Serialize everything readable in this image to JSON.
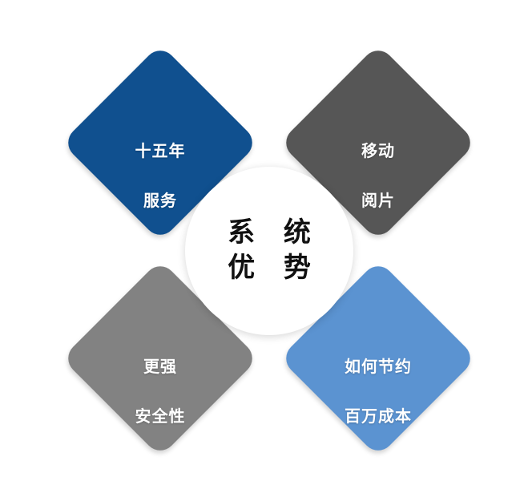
{
  "diagram": {
    "title": "系统优势",
    "center": {
      "line1": "系 统",
      "line2": "优 势",
      "text_color": "#111111",
      "background": "#ffffff"
    },
    "quadrants": [
      {
        "position": "top-left",
        "line1": "十五年",
        "line2": "服务",
        "color": "#10508F",
        "text_color": "#ffffff"
      },
      {
        "position": "top-right",
        "line1": "移动",
        "line2": "阅片",
        "color": "#565656",
        "text_color": "#ffffff"
      },
      {
        "position": "bottom-left",
        "line1": "更强",
        "line2": "安全性",
        "color": "#828282",
        "text_color": "#ffffff"
      },
      {
        "position": "bottom-right",
        "line1": "如何节约",
        "line2": "百万成本",
        "color": "#5B93D1",
        "text_color": "#ffffff"
      }
    ]
  }
}
